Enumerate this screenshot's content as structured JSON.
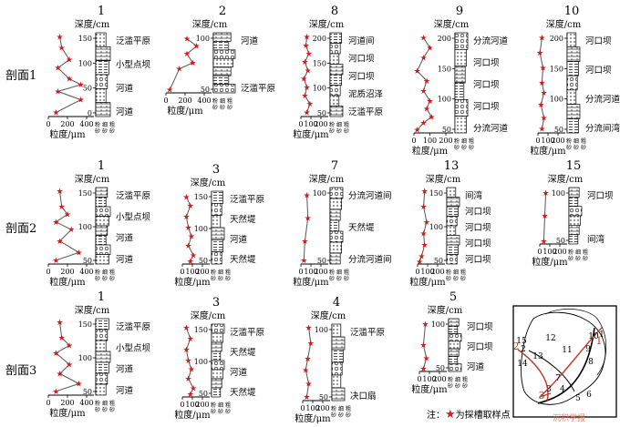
{
  "sections": [
    {
      "label": "剖面1"
    },
    {
      "label": "剖面2"
    },
    {
      "label": "剖面3"
    }
  ],
  "depth_axis_title": "深度/cm",
  "grain_axis_title": "粒度/μm",
  "lithology_labels": [
    "粉",
    "细",
    "粗"
  ],
  "lithology_labels2": [
    "砂",
    "砂",
    "砂"
  ],
  "columns": [
    {
      "id": "1",
      "section": "1",
      "depth_ticks": [
        "150",
        "100",
        "50",
        "0"
      ],
      "grain_ticks": [
        "0",
        "200",
        "400"
      ],
      "facies": [
        "泛滥平原",
        "小型点坝",
        "河道",
        "河道"
      ]
    },
    {
      "id": "2",
      "section": "1",
      "depth_ticks": [
        "100",
        "50"
      ],
      "grain_ticks": [
        "0",
        "200",
        "400"
      ],
      "facies": [
        "河道",
        "泛滥平原"
      ]
    },
    {
      "id": "8",
      "section": "1",
      "depth_ticks": [
        "200",
        "150",
        "100",
        "50"
      ],
      "grain_ticks": [
        "0",
        "100",
        "200"
      ],
      "facies": [
        "河道间",
        "河口坝",
        "河口坝",
        "泥质沼泽",
        "泛滥平原"
      ]
    },
    {
      "id": "9",
      "section": "1",
      "depth_ticks": [
        "200",
        "150",
        "100",
        "50"
      ],
      "grain_ticks": [
        "0",
        "100",
        "200"
      ],
      "facies": [
        "分流河道",
        "河口坝",
        "河口坝",
        "河口坝",
        "分流河道"
      ]
    },
    {
      "id": "10",
      "section": "1",
      "depth_ticks": [
        "200",
        "150",
        "100",
        "50"
      ],
      "grain_ticks": [
        "0",
        "100",
        "200"
      ],
      "facies": [
        "河口坝",
        "河口坝",
        "分流河道",
        "分流间湾"
      ]
    },
    {
      "id": "1",
      "section": "2",
      "depth_ticks": [
        "150",
        "100",
        "50"
      ],
      "grain_ticks": [
        "0",
        "200",
        "400"
      ],
      "facies": [
        "泛滥平原",
        "小型点坝",
        "河道",
        "河道"
      ]
    },
    {
      "id": "3",
      "section": "2",
      "depth_ticks": [
        "150",
        "100",
        "50"
      ],
      "grain_ticks": [
        "0",
        "100",
        "200"
      ],
      "facies": [
        "泛滥平原",
        "天然堤",
        "河道",
        "天然堤"
      ]
    },
    {
      "id": "7",
      "section": "2",
      "depth_ticks": [
        "100",
        "50"
      ],
      "grain_ticks": [
        "0",
        "100",
        "200"
      ],
      "facies": [
        "分流河道间",
        "天然堤",
        "分流河道间"
      ]
    },
    {
      "id": "13",
      "section": "2",
      "depth_ticks": [
        "150",
        "100",
        "50"
      ],
      "grain_ticks": [
        "0",
        "100",
        "200"
      ],
      "facies": [
        "间湾",
        "河口坝",
        "河口坝",
        "河口坝",
        "河口坝"
      ]
    },
    {
      "id": "15",
      "section": "2",
      "depth_ticks": [
        "100",
        "50"
      ],
      "grain_ticks": [
        "0",
        "100",
        "200"
      ],
      "facies": [
        "河口坝",
        "间湾"
      ]
    },
    {
      "id": "1",
      "section": "3",
      "depth_ticks": [
        "150",
        "100",
        "50"
      ],
      "grain_ticks": [
        "0",
        "200",
        "400"
      ],
      "facies": [
        "泛滥平原",
        "小型点坝",
        "河道",
        "河道"
      ]
    },
    {
      "id": "3",
      "section": "3",
      "depth_ticks": [
        "150",
        "100",
        "50"
      ],
      "grain_ticks": [
        "0",
        "100",
        "200"
      ],
      "facies": [
        "泛滥平原",
        "天然堤",
        "河道",
        "天然堤"
      ]
    },
    {
      "id": "4",
      "section": "3",
      "depth_ticks": [
        "100",
        "50"
      ],
      "grain_ticks": [
        "0",
        "100",
        "200"
      ],
      "facies": [
        "泛滥平原",
        "决口扇"
      ]
    },
    {
      "id": "5",
      "section": "3",
      "depth_ticks": [
        "100",
        "50"
      ],
      "grain_ticks": [
        "0",
        "100",
        "200"
      ],
      "facies": [
        "河口坝",
        "河口坝",
        "河道"
      ]
    }
  ],
  "map": {
    "labels": [
      "15",
      "2",
      "13",
      "12",
      "11",
      "10",
      "9",
      "8",
      "1",
      "14",
      "3",
      "4",
      "7",
      "5",
      "6"
    ]
  },
  "note": {
    "prefix": "注：",
    "text": "为探槽取样点"
  },
  "watermark": "沉积学报"
}
